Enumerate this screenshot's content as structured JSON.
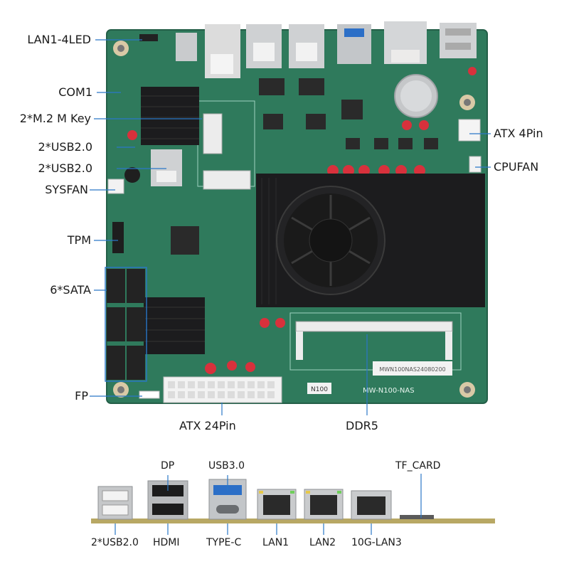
{
  "board": {
    "labels_left": [
      {
        "id": "lan-led",
        "text": "LAN1-4LED"
      },
      {
        "id": "com1",
        "text": "COM1"
      },
      {
        "id": "m2",
        "text": "2*M.2 M Key"
      },
      {
        "id": "usb2a",
        "text": "2*USB2.0"
      },
      {
        "id": "usb2b",
        "text": "2*USB2.0"
      },
      {
        "id": "sysfan",
        "text": "SYSFAN"
      },
      {
        "id": "tpm",
        "text": "TPM"
      },
      {
        "id": "sata",
        "text": "6*SATA"
      },
      {
        "id": "fp",
        "text": "FP"
      }
    ],
    "labels_right": [
      {
        "id": "atx4",
        "text": "ATX 4Pin"
      },
      {
        "id": "cpufan",
        "text": "CPUFAN"
      }
    ],
    "labels_bottom": [
      {
        "id": "atx24",
        "text": "ATX 24Pin"
      },
      {
        "id": "ddr5",
        "text": "DDR5"
      }
    ],
    "silkscreen": {
      "model": "MW-N100-NAS",
      "serial": "MWN100NAS24080200",
      "cpu_tag": "N100"
    }
  },
  "io_panel": {
    "top_labels": [
      {
        "id": "dp",
        "text": "DP"
      },
      {
        "id": "usb3",
        "text": "USB3.0"
      },
      {
        "id": "tfcard",
        "text": "TF_CARD"
      }
    ],
    "bottom_labels": [
      {
        "id": "usb2",
        "text": "2*USB2.0"
      },
      {
        "id": "hdmi",
        "text": "HDMI"
      },
      {
        "id": "typec",
        "text": "TYPE-C"
      },
      {
        "id": "lan1",
        "text": "LAN1"
      },
      {
        "id": "lan2",
        "text": "LAN2"
      },
      {
        "id": "lan3",
        "text": "10G-LAN3"
      }
    ]
  },
  "colors": {
    "pcb": "#2f7a5c",
    "pcb_dark": "#1f5c44",
    "heatsink": "#1c1c1e",
    "leader": "#2a78c8",
    "usb3_blue": "#2c6fc7",
    "capacitor": "#d8313c"
  }
}
